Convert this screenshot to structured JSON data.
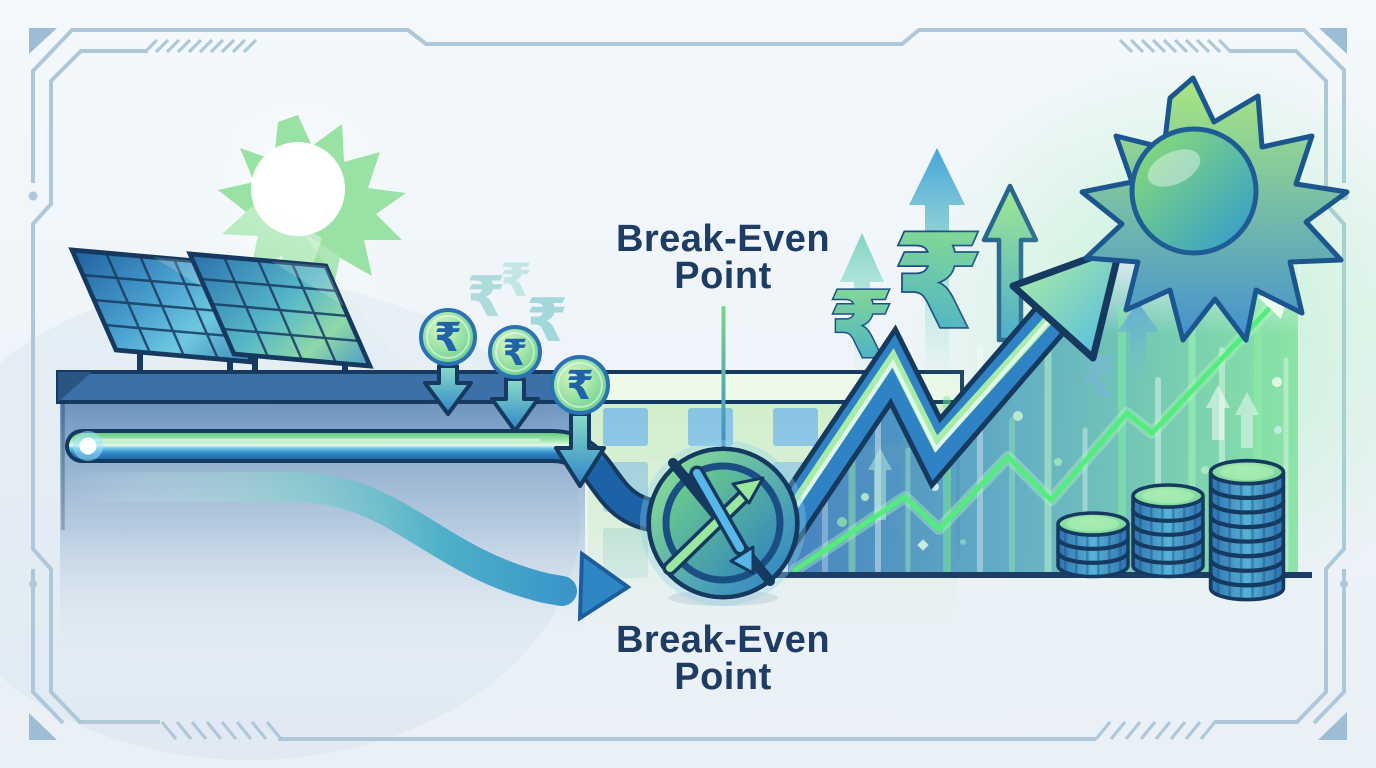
{
  "meta": {
    "kind": "infographic-illustration",
    "theme": "solar-energy-investment-break-even"
  },
  "labels": {
    "break_even_top": {
      "line1": "Break-Even",
      "line2": "Point"
    },
    "break_even_bottom": {
      "line1": "Break-Even",
      "line2": "Point"
    }
  },
  "symbols": {
    "rupee": "₹"
  },
  "icons": {
    "sun": "☀",
    "rupee_coin": "₹",
    "down_arrow": "↓",
    "up_arrow": "↑",
    "growth_arrow": "↗",
    "coin_stack": "stacked-coins",
    "break_even_badge": "crossed-arrows-circle"
  },
  "colors": {
    "background": "#eef4f8",
    "frame": "#aec8d9",
    "label_text": "#1e3c64",
    "outline_navy": "#16395f",
    "pipe_green": "#63cd7f",
    "pipe_blue": "#2a7cc2",
    "coin_green": "#7bd694",
    "coin_rupee_blue": "#2163a8",
    "profit_arrow_blue": "#2f82c4",
    "profit_arrow_green": "#a8ecaa",
    "neon_chart_green": "#54ec7c",
    "baseline_navy": "#1d3f66",
    "sun_green": "#9fe287",
    "sun_blue": "#3f8fd0"
  }
}
